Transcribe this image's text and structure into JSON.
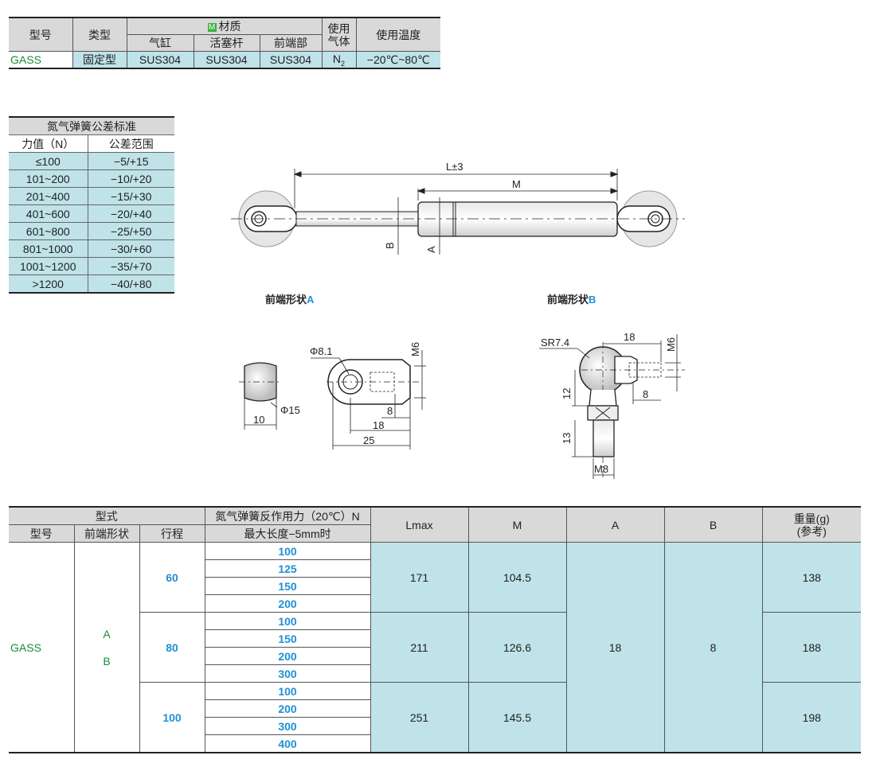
{
  "material_table": {
    "headers": {
      "model": "型号",
      "type": "类型",
      "material_badge": "M",
      "material": "材质",
      "cylinder": "气缸",
      "piston_rod": "活塞杆",
      "front_end": "前端部",
      "gas_line1": "使用",
      "gas_line2": "气体",
      "temp": "使用温度"
    },
    "row": {
      "model": "GASS",
      "type": "固定型",
      "cylinder": "SUS304",
      "piston_rod": "SUS304",
      "front_end": "SUS304",
      "gas": "N",
      "gas_sub": "2",
      "temp": "−20℃~80℃"
    }
  },
  "tolerance_table": {
    "title": "氮气弹簧公差标准",
    "col_force": "力值（N）",
    "col_range": "公差范围",
    "rows": [
      {
        "force": "≤100",
        "range": "−5/+15"
      },
      {
        "force": "101~200",
        "range": "−10/+20"
      },
      {
        "force": "201~400",
        "range": "−15/+30"
      },
      {
        "force": "401~600",
        "range": "−20/+40"
      },
      {
        "force": "601~800",
        "range": "−25/+50"
      },
      {
        "force": "801~1000",
        "range": "−30/+60"
      },
      {
        "force": "1001~1200",
        "range": "−35/+70"
      },
      {
        "force": ">1200",
        "range": "−40/+80"
      }
    ]
  },
  "drawing": {
    "dim_L": "L±3",
    "dim_M": "M",
    "dim_A": "A",
    "dim_B": "B",
    "caption_a_text": "前端形状",
    "caption_a_letter": "A",
    "caption_b_text": "前端形状",
    "caption_b_letter": "B",
    "a_phi81": "Φ8.1",
    "a_m6": "M6",
    "a_phi15": "Φ15",
    "a_10": "10",
    "a_8": "8",
    "a_18": "18",
    "a_25": "25",
    "b_sr74": "SR7.4",
    "b_18": "18",
    "b_m6": "M6",
    "b_12": "12",
    "b_8": "8",
    "b_13": "13",
    "b_m8": "M8"
  },
  "spec_table": {
    "headers": {
      "type_group": "型式",
      "model": "型号",
      "front_shape": "前端形状",
      "stroke": "行程",
      "force_line1": "氮气弹簧反作用力（20℃）N",
      "force_line2": "最大长度−5mm时",
      "lmax": "Lmax",
      "m": "M",
      "a": "A",
      "b": "B",
      "weight_line1": "重量(g)",
      "weight_line2": "(参考)"
    },
    "model": "GASS",
    "shape_a": "A",
    "shape_b": "B",
    "a_value": "18",
    "b_value": "8",
    "groups": [
      {
        "stroke": "60",
        "forces": [
          "100",
          "125",
          "150",
          "200"
        ],
        "lmax": "171",
        "m": "104.5",
        "weight": "138"
      },
      {
        "stroke": "80",
        "forces": [
          "100",
          "150",
          "200",
          "300"
        ],
        "lmax": "211",
        "m": "126.6",
        "weight": "188"
      },
      {
        "stroke": "100",
        "forces": [
          "100",
          "200",
          "300",
          "400"
        ],
        "lmax": "251",
        "m": "145.5",
        "weight": "198"
      }
    ]
  }
}
